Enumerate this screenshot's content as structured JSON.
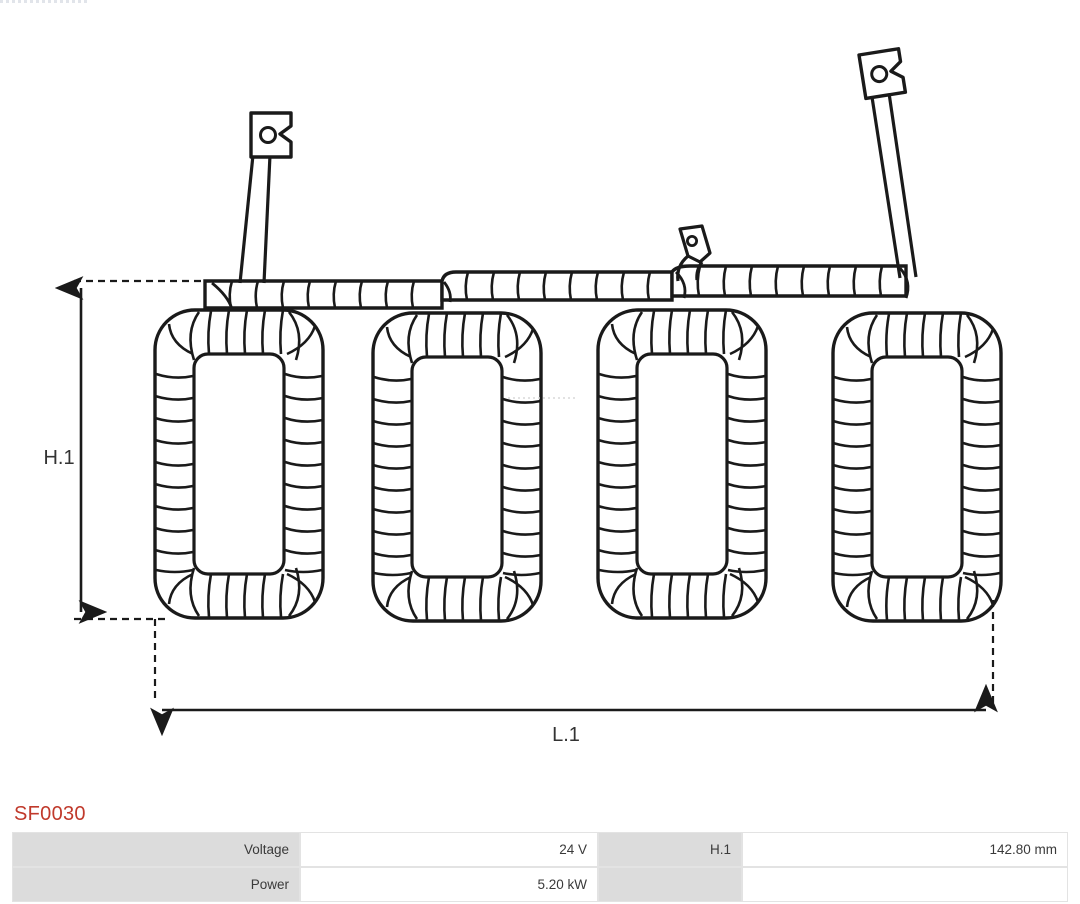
{
  "part": {
    "number": "SF0030",
    "number_color": "#c0392b"
  },
  "drawing": {
    "title": "starter-motor-field-coil-assembly",
    "height_dimension_label": "H.1",
    "length_dimension_label": "L.1",
    "coil_count": 4,
    "terminal_count": 3,
    "line_color": "#1a1a1a",
    "fill_color": "#ffffff"
  },
  "specs": {
    "rows": [
      {
        "left_label": "Voltage",
        "left_value": "24 V",
        "right_label": "H.1",
        "right_value": "142.80 mm"
      },
      {
        "left_label": "Power",
        "left_value": "5.20 kW",
        "right_label": "",
        "right_value": ""
      }
    ]
  }
}
